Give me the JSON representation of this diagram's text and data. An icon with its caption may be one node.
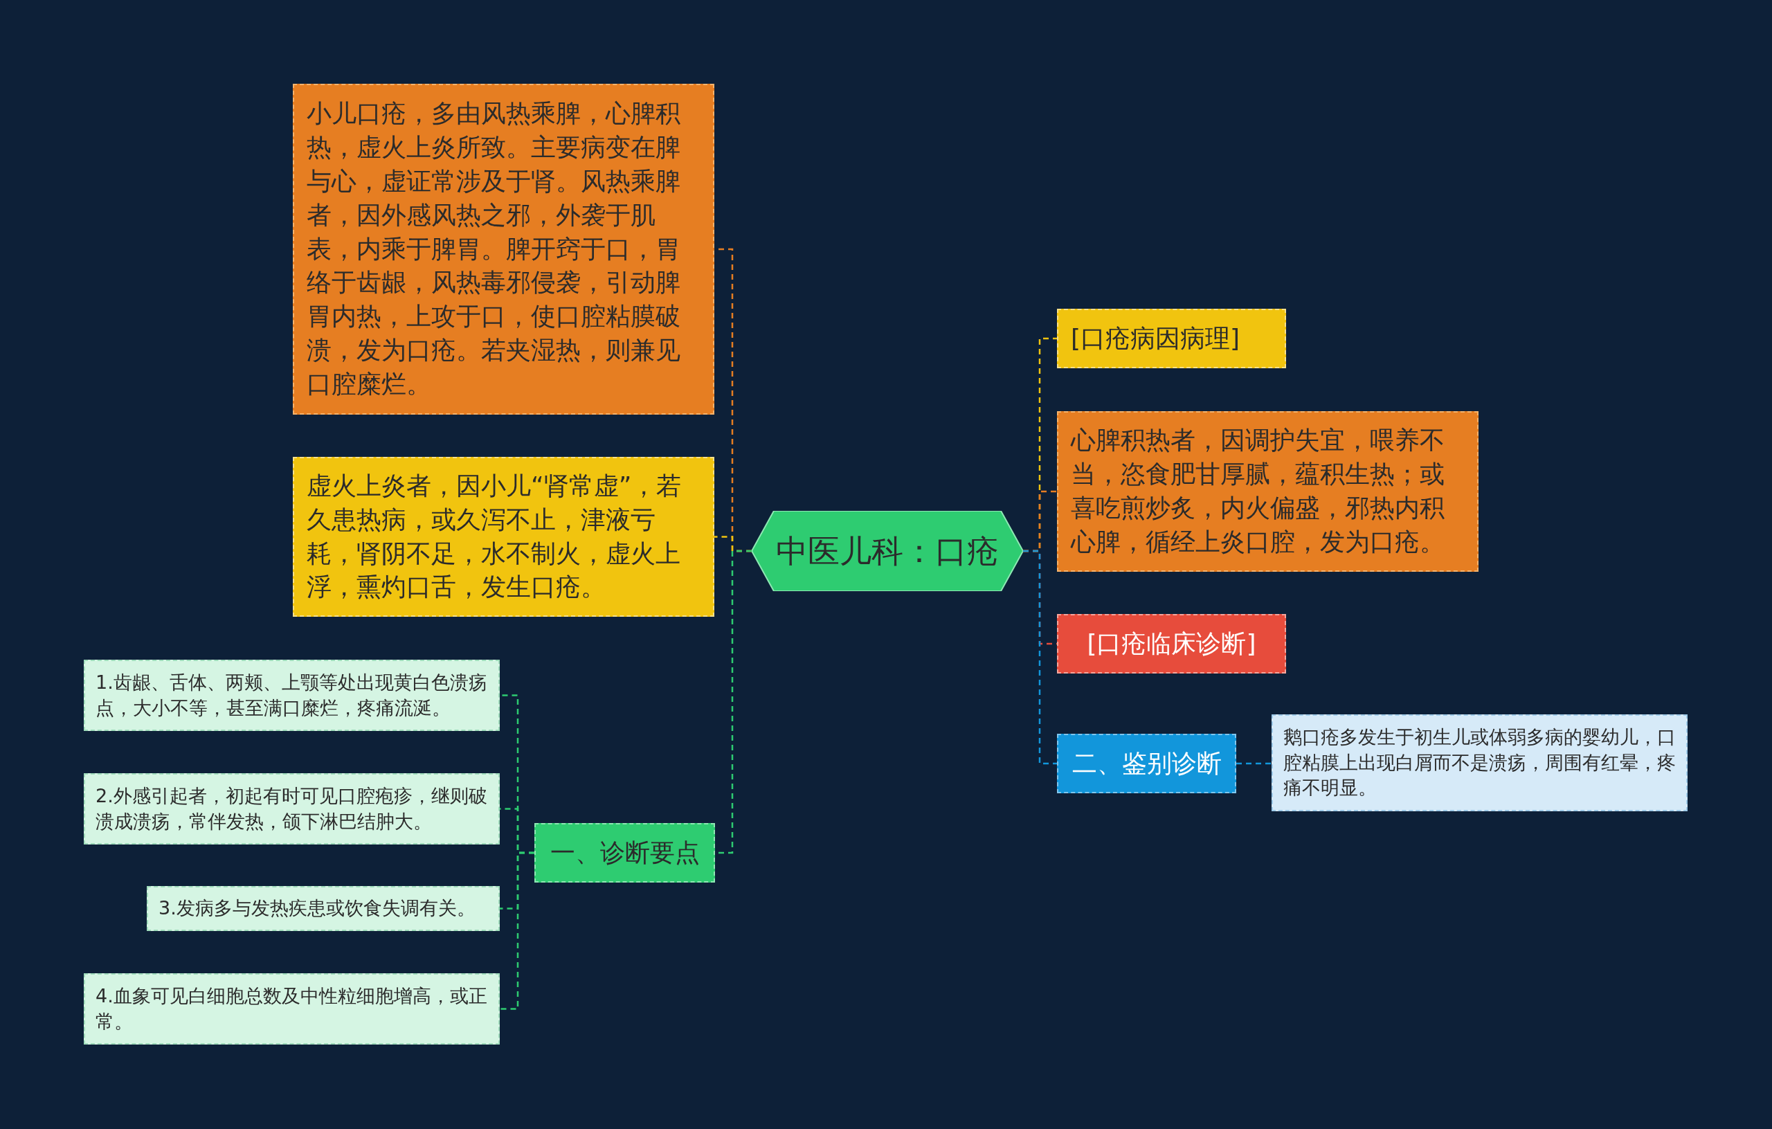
{
  "diagram": {
    "nodes": [
      {
        "text": [
          "中医儿科：口疮"
        ]
      },
      {
        "text": [
          "小儿口疮，多由风热乘脾，心脾积热，虚火上炎所致。主要病变在脾与心，虚证常涉及于肾。风热乘脾者，因外感风热之邪，外袭于肌表，内乘于脾胃。脾开窍于口，胃络于齿龈，风热毒邪侵袭，引动脾胃内热，上攻于口，使口腔粘膜破溃，发为口疮。若夹湿热，则兼见口腔糜烂。"
        ]
      },
      {
        "text": [
          "虚火上炎者，因小儿“肾常虚”，若久患热病，或久泻不止，津液亏耗，肾阴不足，水不制火，虚火上浮，熏灼口舌，发生口疮。"
        ]
      },
      {
        "text": [
          "一、诊断要点"
        ]
      },
      {
        "text": [
          "1.齿龈、舌体、两颊、上颚等处出现黄白色溃疡点，大小不等，甚至满口糜烂，疼痛流涎。"
        ]
      },
      {
        "text": [
          "2.外感引起者，初起有时可见口腔疱疹，继则破溃成溃疡，常伴发热，颌下淋巴结肿大。"
        ]
      },
      {
        "text": [
          "3.发病多与发热疾患或饮食失调有关。"
        ]
      },
      {
        "text": [
          "4.血象可见白细胞总数及中性粒细胞增高，或正常。"
        ]
      },
      {
        "text": [
          "[口疮病因病理]"
        ]
      },
      {
        "text": [
          "心脾积热者，因调护失宜，喂养不当，恣食肥甘厚腻，蕴积生热；或喜吃煎炒炙，内火偏盛，邪热内积心脾，循经上炎口腔，发为口疮。"
        ]
      },
      {
        "text": [
          "[口疮临床诊断]"
        ]
      },
      {
        "text": [
          "二、鉴别诊断"
        ]
      },
      {
        "text": [
          "鹅口疮多发生于初生儿或体弱多病的婴幼儿，口腔粘膜上出现白屑而不是溃疡，周围有红晕，疼痛不明显。"
        ]
      }
    ],
    "edges": [
      {
        "from": 0,
        "to": 1,
        "arrow": "none",
        "color": "#e67e22"
      },
      {
        "from": 0,
        "to": 2,
        "arrow": "none",
        "color": "#f1c40f"
      },
      {
        "from": 0,
        "to": 3,
        "arrow": "none",
        "color": "#2ecc71"
      },
      {
        "from": 3,
        "to": 4,
        "arrow": "none",
        "color": "#2ecc71"
      },
      {
        "from": 3,
        "to": 5,
        "arrow": "none",
        "color": "#2ecc71"
      },
      {
        "from": 3,
        "to": 6,
        "arrow": "none",
        "color": "#2ecc71"
      },
      {
        "from": 3,
        "to": 7,
        "arrow": "none",
        "color": "#2ecc71"
      },
      {
        "from": 0,
        "to": 8,
        "arrow": "none",
        "color": "#f1c40f"
      },
      {
        "from": 0,
        "to": 9,
        "arrow": "none",
        "color": "#e67e22"
      },
      {
        "from": 0,
        "to": 10,
        "arrow": "none",
        "color": "#e74c3c"
      },
      {
        "from": 0,
        "to": 11,
        "arrow": "none",
        "color": "#1296db"
      },
      {
        "from": 11,
        "to": 12,
        "arrow": "none",
        "color": "#1296db"
      }
    ]
  }
}
